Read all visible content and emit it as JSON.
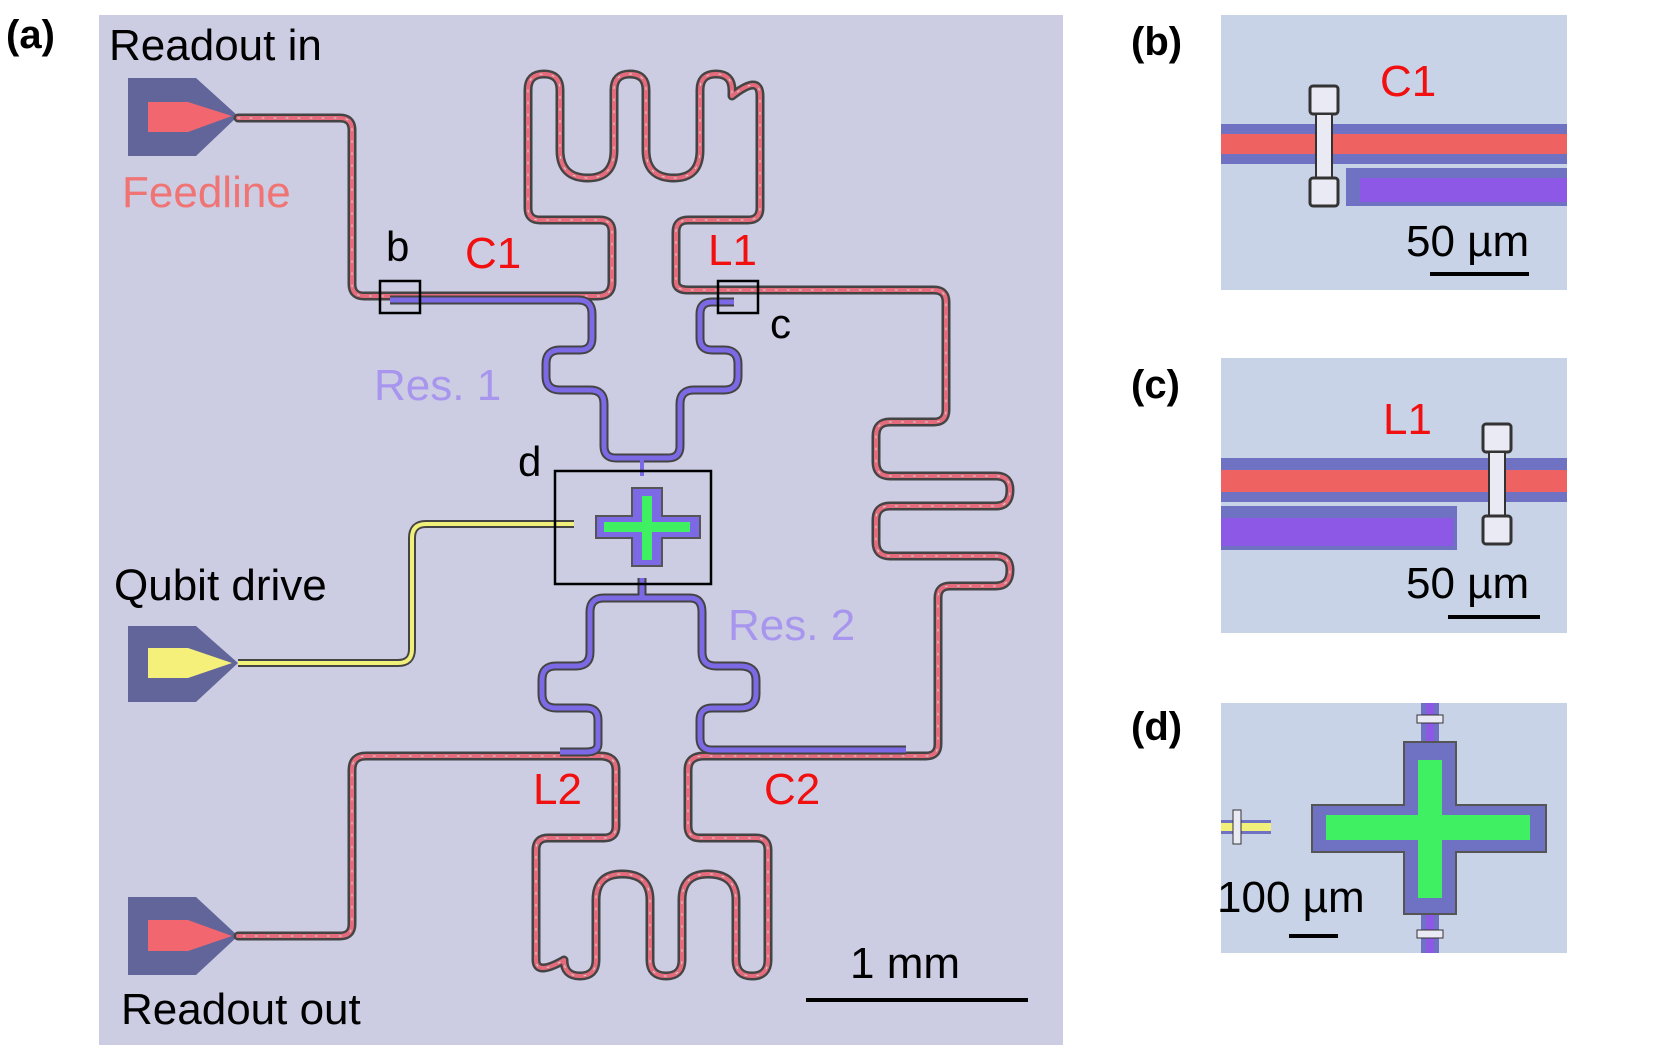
{
  "panels": {
    "a": {
      "tag": "(a)",
      "readout_in": "Readout in",
      "feedline": "Feedline",
      "qubit_drive": "Qubit drive",
      "readout_out": "Readout out",
      "res1": "Res. 1",
      "res2": "Res. 2",
      "c1": "C1",
      "l1": "L1",
      "l2": "L2",
      "c2": "C2",
      "box_b": "b",
      "box_c": "c",
      "box_d": "d",
      "scale": "1 mm"
    },
    "b": {
      "tag": "(b)",
      "label": "C1",
      "scale": "50 µm"
    },
    "c": {
      "tag": "(c)",
      "label": "L1",
      "scale": "50 µm"
    },
    "d": {
      "tag": "(d)",
      "scale": "100 µm"
    }
  },
  "colors": {
    "substrate": "#cccde3",
    "feedline": "#e46b7c",
    "resonator": "#7b69e6",
    "qubit": "#3ef062",
    "drive": "#f1f07a",
    "pad": "#62659a",
    "label_red": "#f20f0f",
    "label_purple": "#a896ee",
    "label_pink": "#f07474"
  }
}
